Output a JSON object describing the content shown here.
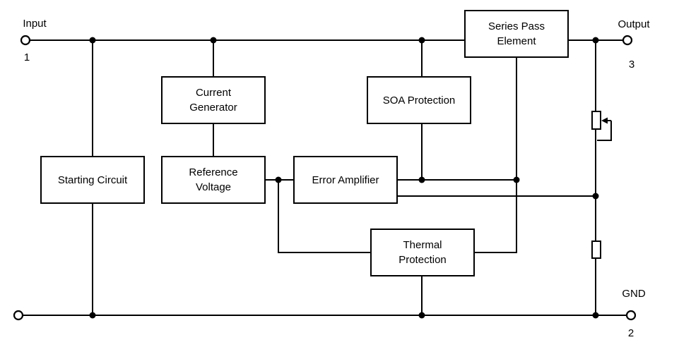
{
  "diagram": {
    "kind": "voltage-regulator-internal-block-diagram",
    "blocks": [
      {
        "id": "series-pass-element",
        "label": "Series Pass\nElement"
      },
      {
        "id": "current-generator",
        "label": "Current\nGenerator"
      },
      {
        "id": "soa-protection",
        "label": "SOA Protection"
      },
      {
        "id": "starting-circuit",
        "label": "Starting Circuit"
      },
      {
        "id": "reference-voltage",
        "label": "Reference\nVoltage"
      },
      {
        "id": "error-amplifier",
        "label": "Error Amplifier"
      },
      {
        "id": "thermal-protection",
        "label": "Thermal\nProtection"
      }
    ],
    "terminals": {
      "input": {
        "label": "Input",
        "pin": "1"
      },
      "output": {
        "label": "Output",
        "pin": "3"
      },
      "ground": {
        "label": "GND",
        "pin": "2"
      }
    },
    "symbols": {
      "potentiometer": "adjustable-resistor-with-wiper-arrow",
      "resistor": "fixed-resistor"
    },
    "colors": {
      "line": "#000000",
      "background": "#ffffff",
      "box_fill": "#ffffff",
      "text": "#000000"
    }
  }
}
